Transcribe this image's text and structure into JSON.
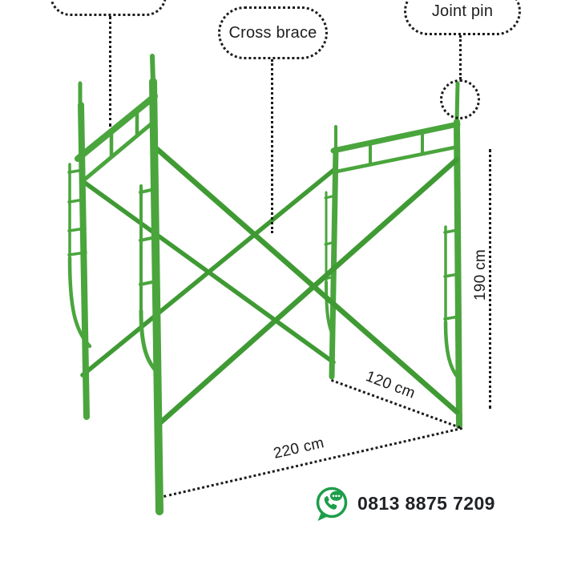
{
  "callouts": {
    "top_left_partial": {
      "label": ""
    },
    "cross_brace": {
      "label": "Cross brace"
    },
    "joint_pin": {
      "label": "Joint pin"
    }
  },
  "dimensions": {
    "height": "190 cm",
    "depth": "120 cm",
    "width": "220 cm"
  },
  "contact": {
    "phone": "0813 8875 7209",
    "icon": "whatsapp-icon"
  },
  "colors": {
    "frame_green": "#4aa53d",
    "brace_green": "#3f9a33",
    "annotation_black": "#1b1b1b",
    "whatsapp_green": "#1d9e4a",
    "phone_text": "#1f2125",
    "background": "#ffffff"
  }
}
